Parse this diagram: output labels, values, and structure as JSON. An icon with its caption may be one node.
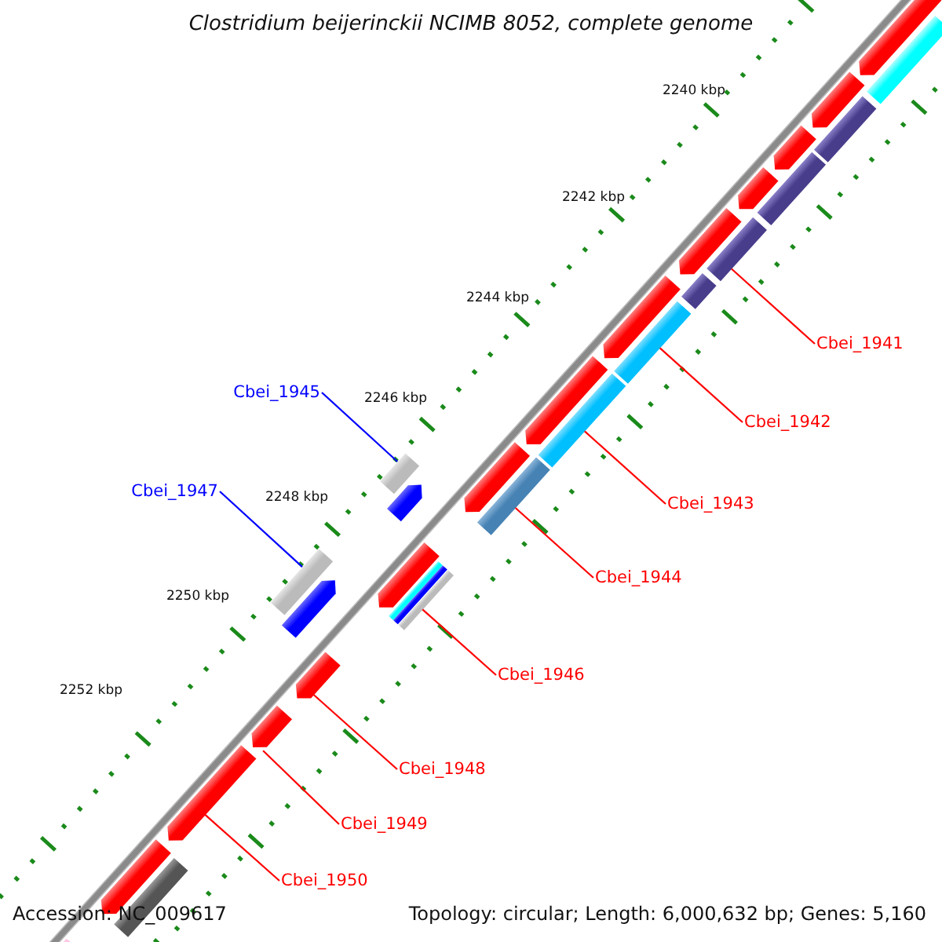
{
  "diagram": {
    "title": "Clostridium beijerinckii NCIMB 8052, complete genome",
    "nodes": [
      {
        "text": [
          "Cbei_1941"
        ]
      },
      {
        "text": [
          "Cbei_1945"
        ]
      },
      {
        "text": [
          "Cbei_1942"
        ]
      },
      {
        "text": [
          "Cbei_1947"
        ]
      },
      {
        "text": [
          "Cbei_1943"
        ]
      },
      {
        "text": [
          "Cbei_1944"
        ]
      },
      {
        "text": [
          "Cbei_1946"
        ]
      },
      {
        "text": [
          "Cbei_1948"
        ]
      },
      {
        "text": [
          "Cbei_1949"
        ]
      },
      {
        "text": [
          "Cbei_1950"
        ]
      },
      {
        "text": [],
        "shape": "arrow"
      },
      {
        "text": [],
        "shape": "bar"
      },
      {
        "text": [],
        "shape": "arrow"
      },
      {
        "text": [],
        "shape": "bar"
      },
      {
        "text": [],
        "shape": "arrow"
      },
      {
        "text": [],
        "shape": "bar"
      },
      {
        "text": [],
        "shape": "arrow"
      },
      {
        "text": [],
        "shape": "bar"
      },
      {
        "text": [],
        "shape": "arrow"
      },
      {
        "text": [],
        "shape": "bar"
      },
      {
        "text": [],
        "shape": "arrow"
      },
      {
        "text": [],
        "shape": "bar"
      },
      {
        "text": [],
        "shape": "arrow"
      },
      {
        "text": [],
        "shape": "bar"
      },
      {
        "text": [],
        "shape": "bar"
      },
      {
        "text": [],
        "shape": "arrow"
      },
      {
        "text": [],
        "shape": "bar"
      },
      {
        "text": [],
        "shape": "arrow"
      },
      {
        "text": [],
        "shape": "arrow"
      },
      {
        "text": [],
        "shape": "bar"
      },
      {
        "text": [],
        "shape": "bar"
      },
      {
        "text": [],
        "shape": "bar"
      },
      {
        "text": [],
        "shape": "bar"
      },
      {
        "text": [],
        "shape": "arrow"
      },
      {
        "text": [],
        "shape": "arrow"
      },
      {
        "text": [],
        "shape": "arrow"
      },
      {
        "text": [],
        "shape": "arrow"
      },
      {
        "text": [],
        "shape": "arrow"
      },
      {
        "text": [],
        "shape": "bar"
      },
      {
        "text": [],
        "shape": "arrow"
      }
    ],
    "edges": [
      {
        "from": 0,
        "to": 17,
        "arrow": "none"
      },
      {
        "from": 1,
        "to": 26,
        "arrow": "none",
        "color": "#0000ff"
      },
      {
        "from": 2,
        "to": 21,
        "arrow": "none"
      },
      {
        "from": 3,
        "to": 32,
        "arrow": "none",
        "color": "#0000ff"
      },
      {
        "from": 4,
        "to": 23,
        "arrow": "none"
      },
      {
        "from": 5,
        "to": 24,
        "arrow": "none"
      },
      {
        "from": 6,
        "to": 31,
        "arrow": "none"
      },
      {
        "from": 7,
        "to": 34,
        "arrow": "none"
      },
      {
        "from": 8,
        "to": 35,
        "arrow": "none"
      },
      {
        "from": 9,
        "to": 36,
        "arrow": "none"
      }
    ],
    "labels": [
      "2240 kbp",
      "2242 kbp",
      "2244 kbp",
      "2246 kbp",
      "2248 kbp",
      "2250 kbp",
      "2252 kbp",
      "Accession: NC_009617",
      "Topology: circular; Length: 6,000,632 bp; Genes: 5,160"
    ]
  }
}
